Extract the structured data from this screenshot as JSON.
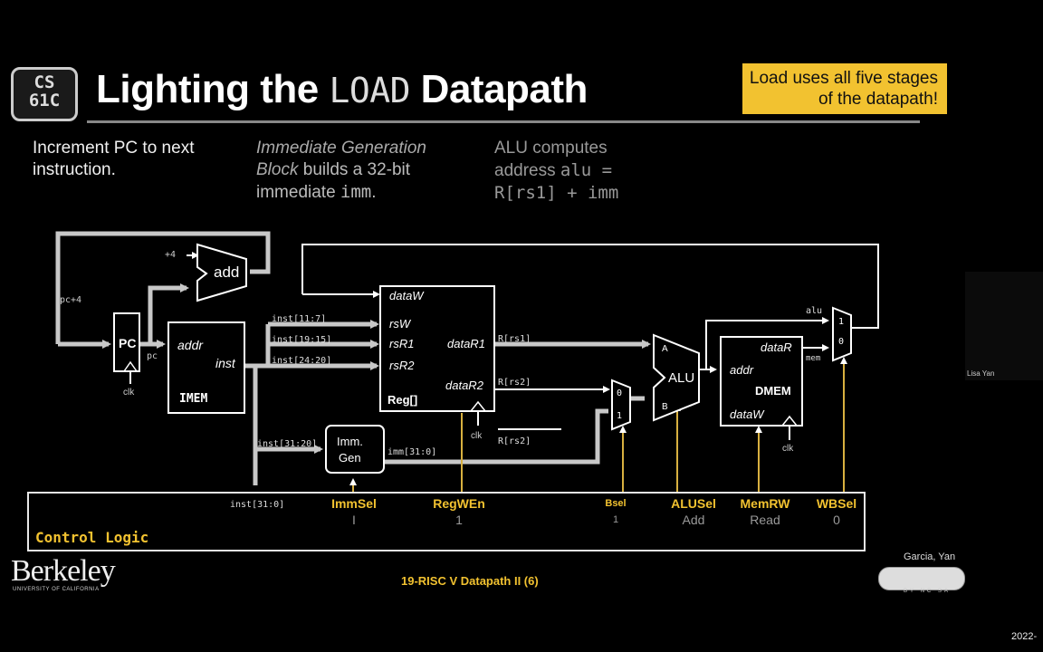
{
  "slide": {
    "logo_text": "CS\n61C",
    "title_part1": "Lighting the ",
    "title_mono": "LOAD",
    "title_part2": " Datapath",
    "callout_line1": "Load uses all five stages",
    "callout_line2": "of the datapath!",
    "note1": "Increment PC to next instruction.",
    "note2_italic": "Immediate Generation Block",
    "note2_rest": " builds a 32-bit immediate ",
    "note2_mono": "imm",
    "note2_end": ".",
    "note3_line1": "ALU computes",
    "note3_line2": "address ",
    "note3_mono1": "alu =",
    "note3_mono2": "R[rs1] + imm",
    "footer": "19-RISC V Datapath II (6)",
    "authors": "Garcia, Yan",
    "berkeley": "Berkeley",
    "berkeley_sub": "UNIVERSITY OF CALIFORNIA",
    "cc_sub": "BY NC SA",
    "date": "2022-",
    "webcam_label": "Lisa Yan"
  },
  "diagram": {
    "plus4": "+4",
    "add": "add",
    "pc_plus4": "pc+4",
    "pc": "PC",
    "pc_out": "pc",
    "clk": "clk",
    "imem_addr": "addr",
    "imem_inst": "inst",
    "imem": "IMEM",
    "inst_11_7": "inst[11:7]",
    "inst_19_15": "inst[19:15]",
    "inst_24_20": "inst[24:20]",
    "inst_31_20": "inst[31:20]",
    "inst_31_0": "inst[31:0]",
    "reg_dataw": "dataW",
    "reg_rsw": "rsW",
    "reg_rsr1": "rsR1",
    "reg_rsr2": "rsR2",
    "reg_datar1": "dataR1",
    "reg_datar2": "dataR2",
    "reg": "Reg[]",
    "r_rs1": "R[rs1]",
    "r_rs2": "R[rs2]",
    "r_rs2b": "R[rs2]",
    "immgen_1": "Imm.",
    "immgen_2": "Gen",
    "imm_31_0": "imm[31:0]",
    "mux_0": "0",
    "mux_1": "1",
    "alu": "ALU",
    "alu_a": "A",
    "alu_b": "B",
    "dmem_datar": "dataR",
    "dmem_addr": "addr",
    "dmem": "DMEM",
    "dmem_dataw": "dataW",
    "wb_alu": "alu",
    "wb_mem": "mem",
    "wb_1": "1",
    "wb_0": "0"
  },
  "control": {
    "label": "Control Logic",
    "signals": [
      {
        "name": "ImmSel",
        "value": "I"
      },
      {
        "name": "RegWEn",
        "value": "1"
      },
      {
        "name": "Bsel",
        "value": "1"
      },
      {
        "name": "ALUSel",
        "value": "Add"
      },
      {
        "name": "MemRW",
        "value": "Read"
      },
      {
        "name": "WBSel",
        "value": "0"
      }
    ]
  },
  "colors": {
    "accent": "#f2c230",
    "lit": "#c8c8c8",
    "wire": "#ffffff"
  }
}
